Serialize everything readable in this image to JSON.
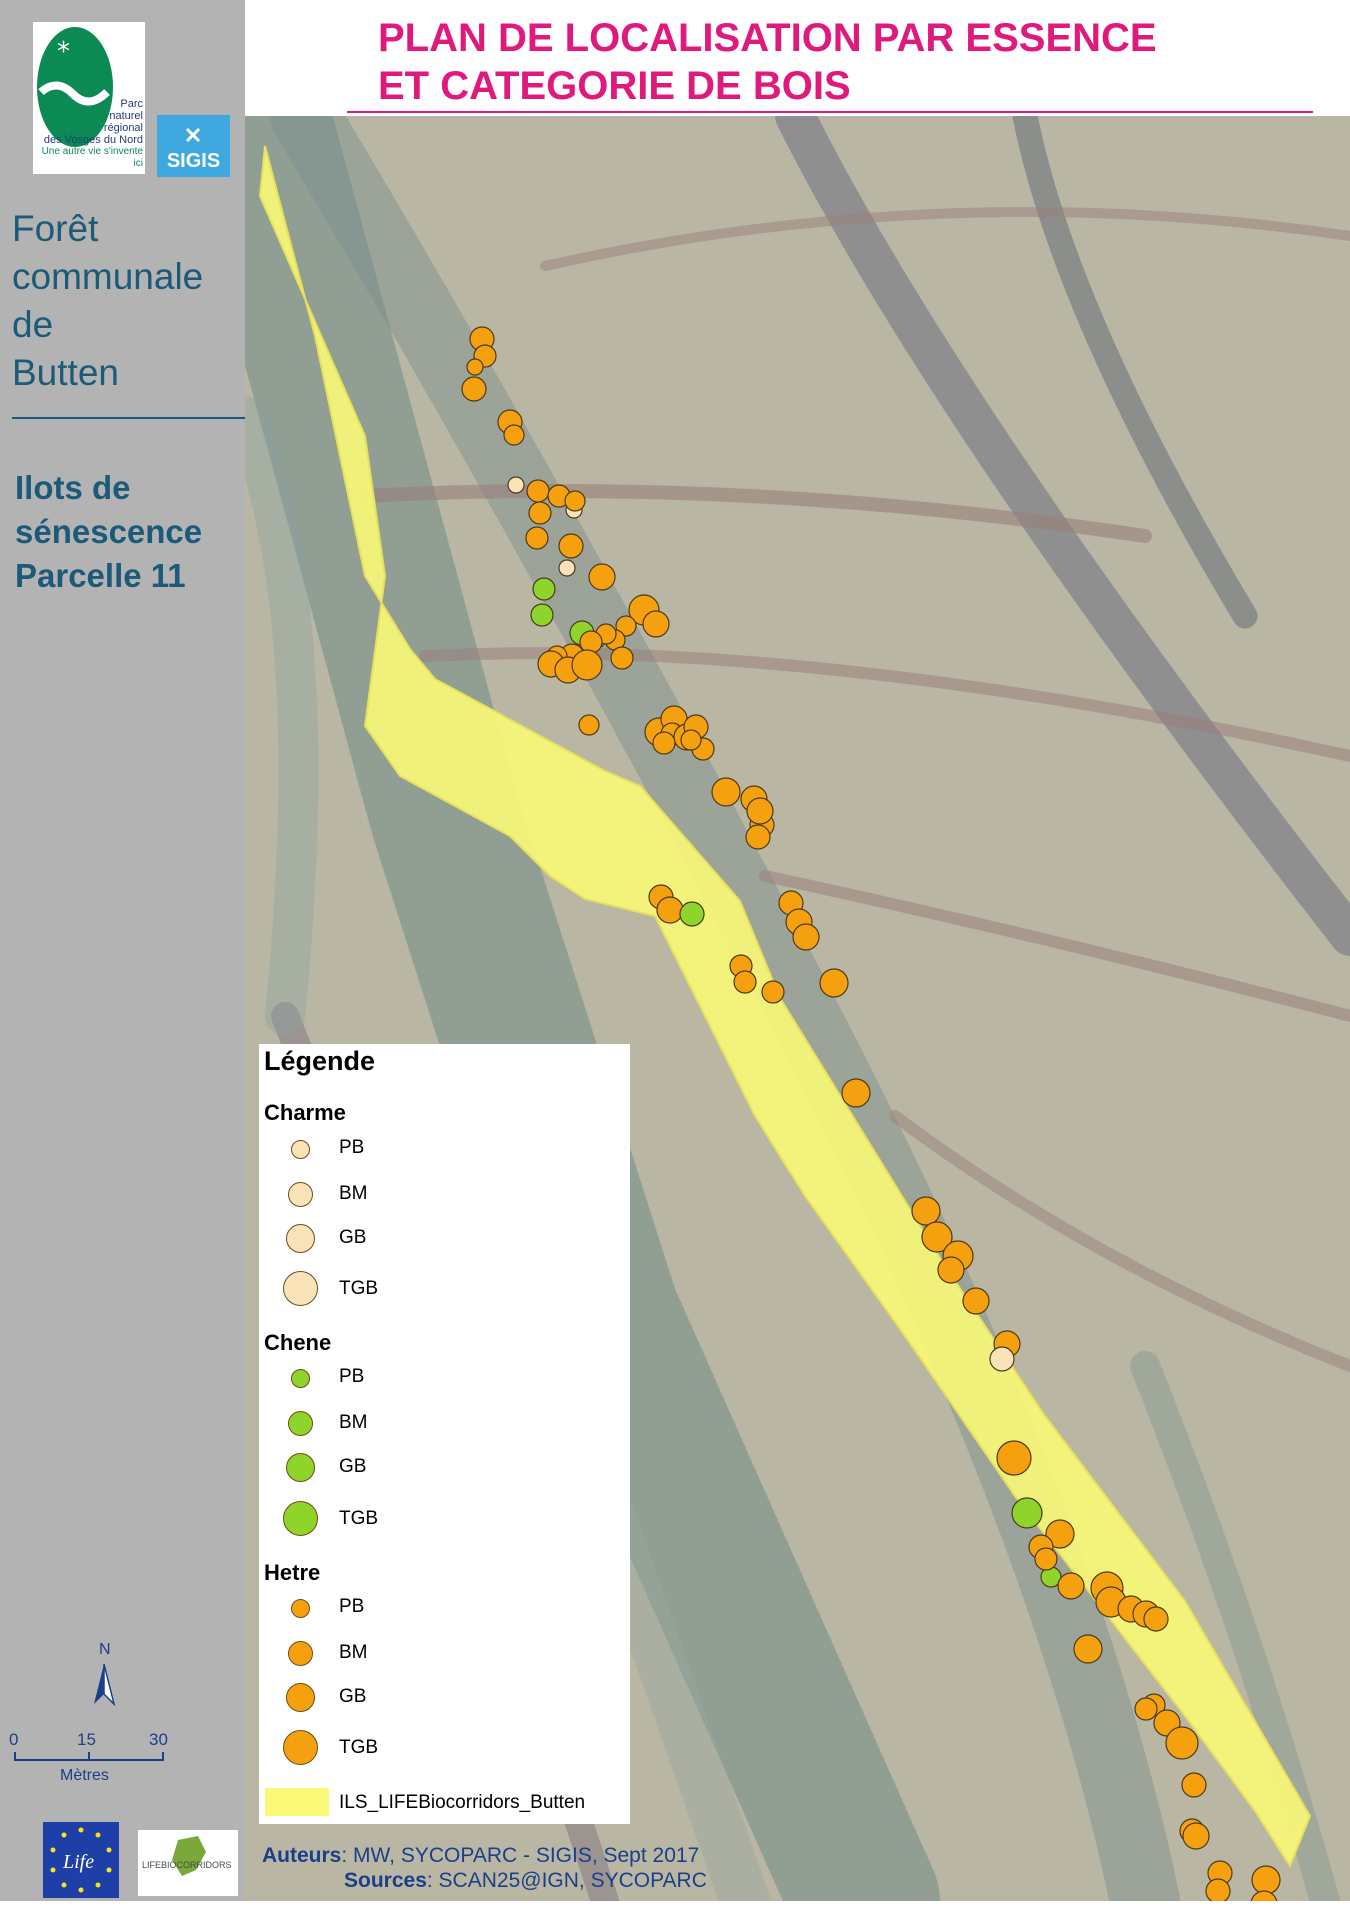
{
  "header": {
    "title_line1": "PLAN DE LOCALISATION PAR ESSENCE",
    "title_line2": "ET CATEGORIE DE BOIS"
  },
  "sidebar": {
    "forest_lines": [
      "Forêt",
      "communale",
      "de",
      "Butten"
    ],
    "ilots_lines": [
      "Ilots de",
      "sénescence",
      "Parcelle 11"
    ],
    "logo_parc_text": [
      "Parc",
      "naturel",
      "régional",
      "des Vosges du Nord",
      "Une autre vie s'invente ici"
    ],
    "logo_sigis_text": "SIGIS",
    "north_label": "N",
    "scale": {
      "ticks": [
        "0",
        "15",
        "30"
      ],
      "unit": "Mètres"
    },
    "logo_life_text": "Life",
    "logo_biocorridors_text": "LIFEBIOCORRIDORS"
  },
  "legend": {
    "title": "Légende",
    "groups": [
      {
        "name": "Charme",
        "color": "#fae3b9",
        "classes": [
          "PB",
          "BM",
          "GB",
          "TGB"
        ]
      },
      {
        "name": "Chene",
        "color": "#8fd42a",
        "classes": [
          "PB",
          "BM",
          "GB",
          "TGB"
        ]
      },
      {
        "name": "Hetre",
        "color": "#f5a10f",
        "classes": [
          "PB",
          "BM",
          "GB",
          "TGB"
        ]
      }
    ],
    "layer_label": "ILS_LIFEBiocorridors_Butten",
    "layer_color": "#fafa78"
  },
  "credits": {
    "authors_label": "Auteurs",
    "authors_text": ": MW, SYCOPARC - SIGIS, Sept 2017",
    "sources_label": "Sources",
    "sources_text": ": SCAN25@IGN, SYCOPARC"
  },
  "colors": {
    "title": "#e0197d",
    "sidebar_text": "#1c5a7a",
    "map_base": "#b9b7a4",
    "island": "#fafa78",
    "hetre": "#f5a10f",
    "charme": "#fae3b9",
    "chene": "#8fd42a"
  }
}
